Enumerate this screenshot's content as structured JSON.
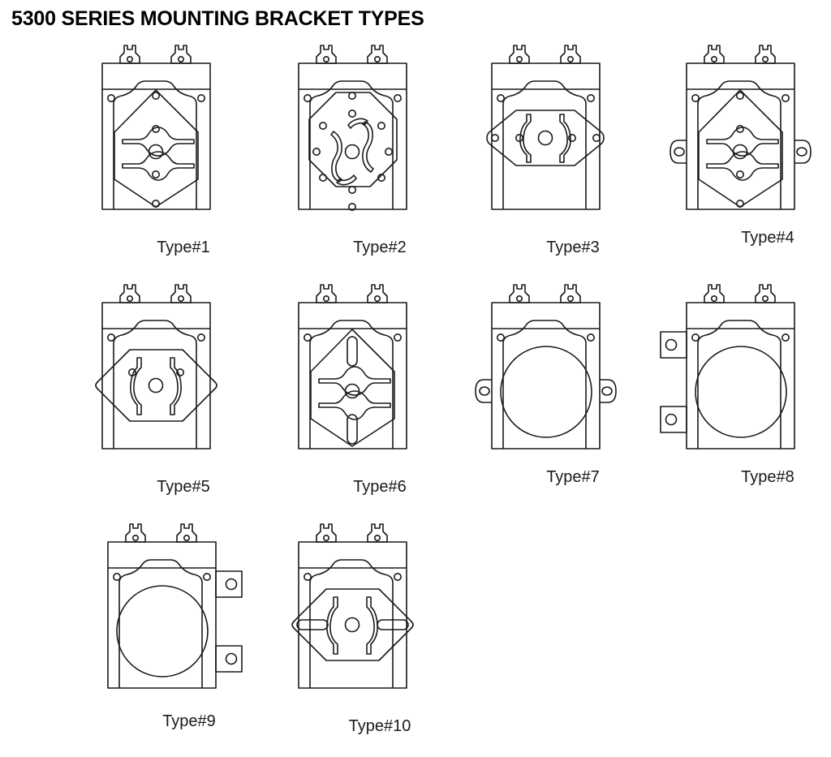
{
  "page": {
    "title": "5300 SERIES MOUNTING BRACKET TYPES",
    "background_color": "#ffffff",
    "line_color": "#1a1a1a",
    "text_color": "#000000"
  },
  "diagram": {
    "kind": "technical-line-drawing",
    "subject": "solenoid coil mounting bracket types",
    "total_items": 10,
    "rows": [
      {
        "items": [
          "type-1",
          "type-2",
          "type-3",
          "type-4"
        ]
      },
      {
        "items": [
          "type-5",
          "type-6",
          "type-7",
          "type-8"
        ]
      },
      {
        "items": [
          "type-9",
          "type-10"
        ]
      }
    ]
  },
  "brackets": [
    {
      "id": "type-1",
      "label": "Type#1",
      "plate_shape": "pentagon-shield",
      "center_hole": true,
      "wave_slots": "horizontal",
      "corner_holes": 2,
      "plate_holes": 3,
      "side_ears": "none",
      "caption_offset": "low"
    },
    {
      "id": "type-2",
      "label": "Type#2",
      "plate_shape": "octagon",
      "center_hole": true,
      "wave_slots": "s-curve-pair",
      "corner_holes": 2,
      "plate_holes": 7,
      "side_ears": "none",
      "caption_offset": "low"
    },
    {
      "id": "type-3",
      "label": "Type#3",
      "plate_shape": "hexagon-wide",
      "center_hole": true,
      "wave_slots": "vertical",
      "corner_holes": 2,
      "plate_holes": 4,
      "side_ears": "none",
      "caption_offset": "low"
    },
    {
      "id": "type-4",
      "label": "Type#4",
      "plate_shape": "pentagon-shield",
      "center_hole": true,
      "wave_slots": "horizontal",
      "corner_holes": 2,
      "plate_holes": 3,
      "side_ears": "rounded-lobe-both",
      "caption_offset": "high"
    },
    {
      "id": "type-5",
      "label": "Type#5",
      "plate_shape": "diamond-hexagon",
      "center_hole": true,
      "wave_slots": "vertical",
      "corner_holes": 2,
      "plate_holes": 2,
      "side_ears": "none",
      "caption_offset": "low"
    },
    {
      "id": "type-6",
      "label": "Type#6",
      "plate_shape": "pentagon-shield",
      "center_hole": true,
      "wave_slots": "horizontal",
      "corner_holes": 2,
      "plate_slots": "vertical-oblong-pair",
      "side_ears": "none",
      "caption_offset": "low"
    },
    {
      "id": "type-7",
      "label": "Type#7",
      "plate_shape": "none-round-coil",
      "center_hole": false,
      "wave_slots": "none",
      "corner_holes": 2,
      "side_ears": "rounded-lobe-both",
      "caption_offset": "high"
    },
    {
      "id": "type-8",
      "label": "Type#8",
      "plate_shape": "none-round-coil",
      "center_hole": false,
      "wave_slots": "none",
      "corner_holes": 2,
      "side_ears": "square-tabs-left",
      "caption_offset": "high"
    },
    {
      "id": "type-9",
      "label": "Type#9",
      "plate_shape": "none-round-coil",
      "center_hole": false,
      "wave_slots": "none",
      "corner_holes": 2,
      "side_ears": "square-tabs-right",
      "caption_offset": "mid"
    },
    {
      "id": "type-10",
      "label": "Type#10",
      "plate_shape": "diamond-hexagon",
      "center_hole": true,
      "wave_slots": "vertical",
      "corner_holes": 2,
      "plate_slots": "horizontal-oblong-pair",
      "side_ears": "none",
      "caption_offset": "low"
    }
  ]
}
